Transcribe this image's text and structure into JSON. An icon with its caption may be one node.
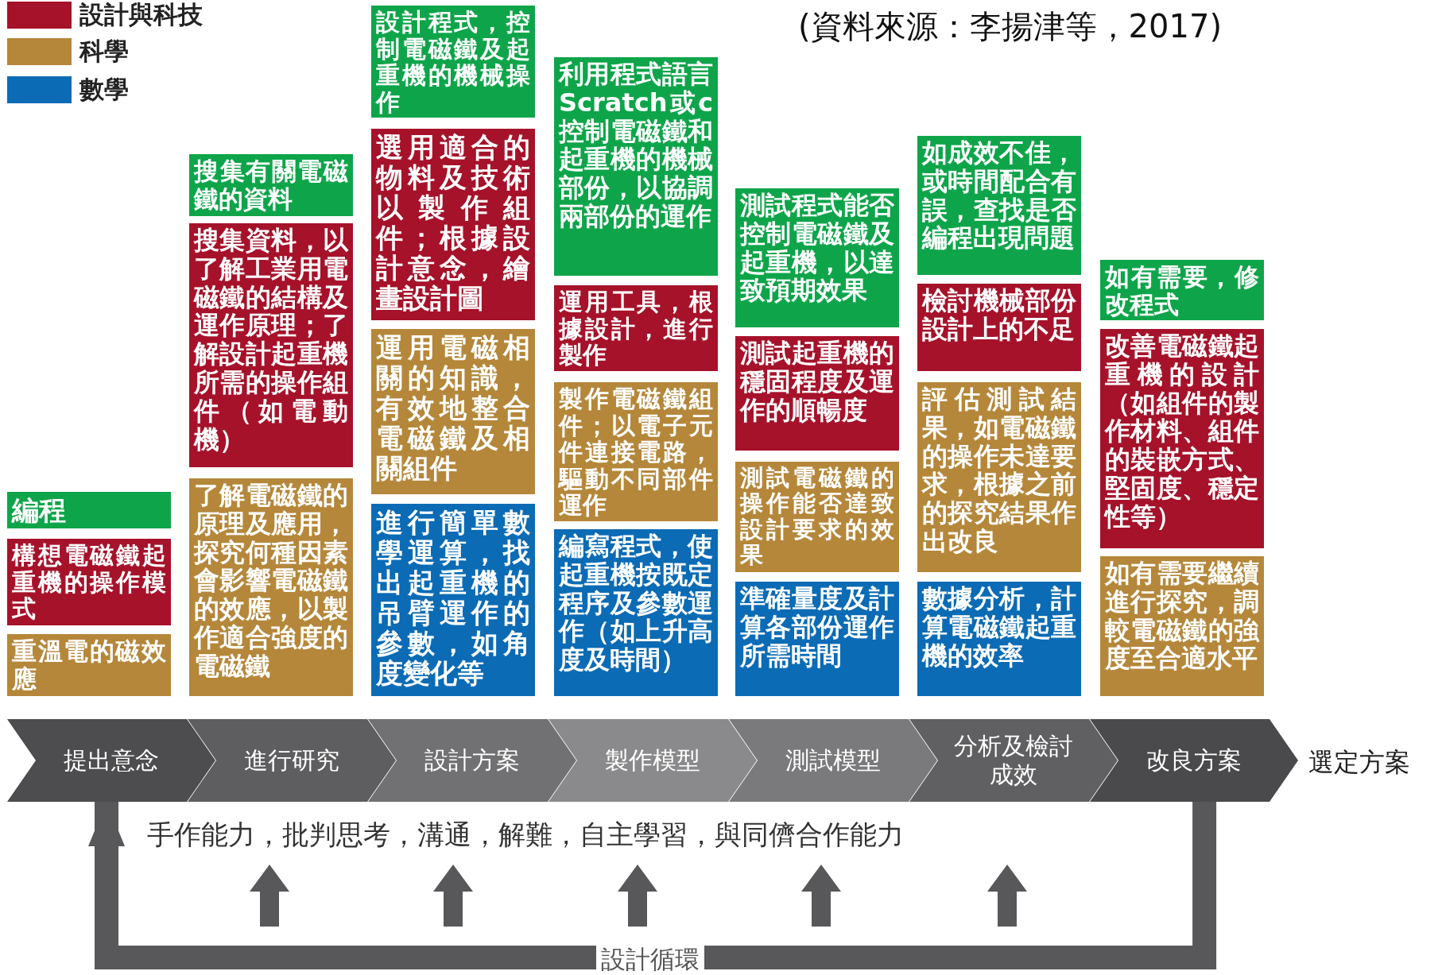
{
  "diagram": {
    "caption": "(資料來源：李揚津等，2017)",
    "nodes": [
      {
        "text": [
          "編程"
        ]
      },
      {
        "text": [
          "構想電磁鐵起重機的操作模式"
        ]
      },
      {
        "text": [
          "重溫電的磁效應"
        ]
      },
      {
        "text": [
          "搜集有關電磁鐵的資料"
        ]
      },
      {
        "text": [
          "搜集資料，以了解工業用電磁鐵的結構及運作原理；了解設計起重機所需的操作組件（如電動機）"
        ]
      },
      {
        "text": [
          "了解電磁鐵的原理及應用，探究何種因素會影響電磁鐵的效應，以製作適合強度的電磁鐵"
        ]
      },
      {
        "text": [
          "設計程式，控制電磁鐵及起重機的機械操作"
        ]
      },
      {
        "text": [
          "選用適合的物料及技術以製作組件；根據設計意念，繪畫設計圖"
        ]
      },
      {
        "text": [
          "運用電磁相關的知識，有效地整合電磁鐵及相關組件"
        ]
      },
      {
        "text": [
          "進行簡單數學運算，找出起重機的吊臂運作的參數，如角度變化等"
        ]
      },
      {
        "text": [
          "利用程式語言Scratch或c控制電磁鐵和起重機的機械部份，以協調兩部份的運作"
        ]
      },
      {
        "text": [
          "運用工具，根據設計，進行製作"
        ]
      },
      {
        "text": [
          "製作電磁鐵組件；以電子元件連接電路，驅動不同部件運作"
        ]
      },
      {
        "text": [
          "編寫程式，使起重機按既定程序及參數運作（如上升高度及時間）"
        ]
      },
      {
        "text": [
          "測試程式能否控制電磁鐵及起重機，以達致預期效果"
        ]
      },
      {
        "text": [
          "測試起重機的穩固程度及運作的順暢度"
        ]
      },
      {
        "text": [
          "測試電磁鐵的操作能否達致設計要求的效果"
        ]
      },
      {
        "text": [
          "準確量度及計算各部份運作所需時間"
        ]
      },
      {
        "text": [
          "如成效不佳，或時間配合有誤，查找是否編程出現問題"
        ]
      },
      {
        "text": [
          "檢討機械部份設計上的不足"
        ]
      },
      {
        "text": [
          "評估測試結果，如電磁鐵的操作未達要求，根據之前的探究結果作出改良"
        ]
      },
      {
        "text": [
          "數據分析，計算電磁鐵起重機的效率"
        ]
      },
      {
        "text": [
          "如有需要，修改程式"
        ]
      },
      {
        "text": [
          "改善電磁鐵起重機的設計（如組件的製作材料、組件的裝嵌方式、堅固度、穩定性等）"
        ]
      },
      {
        "text": [
          "如有需要繼續進行探究，調較電磁鐵的強度至合適水平"
        ]
      },
      {
        "text": [
          "提出意念"
        ]
      },
      {
        "text": [
          "進行研究"
        ]
      },
      {
        "text": [
          "設計方案"
        ]
      },
      {
        "text": [
          "製作模型"
        ]
      },
      {
        "text": [
          "測試模型"
        ]
      },
      {
        "text": [
          "分析及檢討成效"
        ]
      },
      {
        "text": [
          "改良方案"
        ]
      },
      {
        "text": [
          "選定方案"
        ]
      }
    ],
    "edges": [
      {
        "from": 31,
        "to": 25,
        "arrow": "to",
        "label": "設計循環"
      }
    ],
    "labels": [
      "手作能力，批判思考，溝通，解難，自主學習，與同儕合作能力"
    ],
    "legend": [
      {
        "text": "設計與科技",
        "color": "#a6122a"
      },
      {
        "text": "科學",
        "color": "#b5873a"
      },
      {
        "text": "數學",
        "color": "#0b6bb5"
      }
    ]
  }
}
